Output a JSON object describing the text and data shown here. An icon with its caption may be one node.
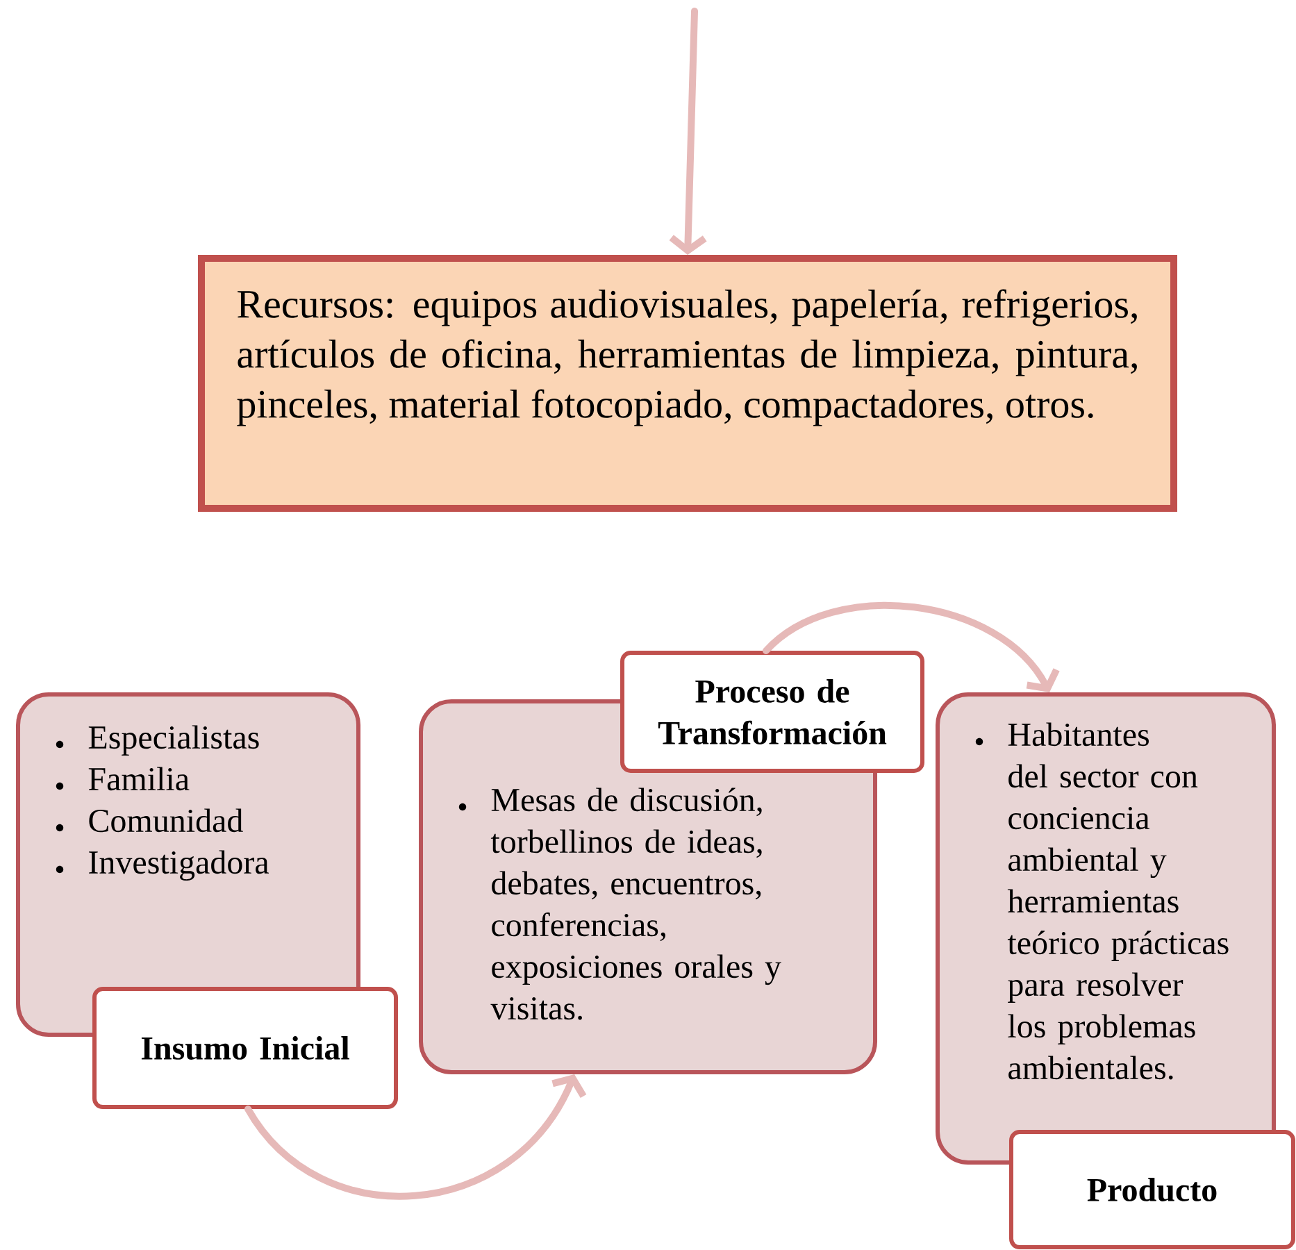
{
  "diagram": {
    "nodes": [
      {
        "text": [
          "Recursos: equipos audiovisuales, papelería, refrigerios, artículos de oficina, herramientas de limpieza, pintura, pinceles, material fotocopiado, compactadores, otros."
        ]
      },
      {
        "text": [
          "Especialistas",
          "Familia",
          "Comunidad",
          "Investigadora"
        ]
      },
      {
        "text": [
          "Insumo Inicial"
        ]
      },
      {
        "text": [
          "Mesas de discusión, torbellinos de ideas, debates, encuentros, conferencias, exposiciones orales y visitas."
        ]
      },
      {
        "text": [
          "Proceso de Transformación"
        ]
      },
      {
        "text": [
          "Habitantes del sector con conciencia ambiental y herramientas teórico prácticas para resolver los problemas ambientales."
        ]
      },
      {
        "text": [
          "Producto"
        ]
      }
    ],
    "edges": [
      {
        "from": null,
        "to": 0,
        "arrow": "to"
      },
      {
        "from": 2,
        "to": 3,
        "arrow": "to"
      },
      {
        "from": 4,
        "to": 5,
        "arrow": "to"
      }
    ]
  }
}
